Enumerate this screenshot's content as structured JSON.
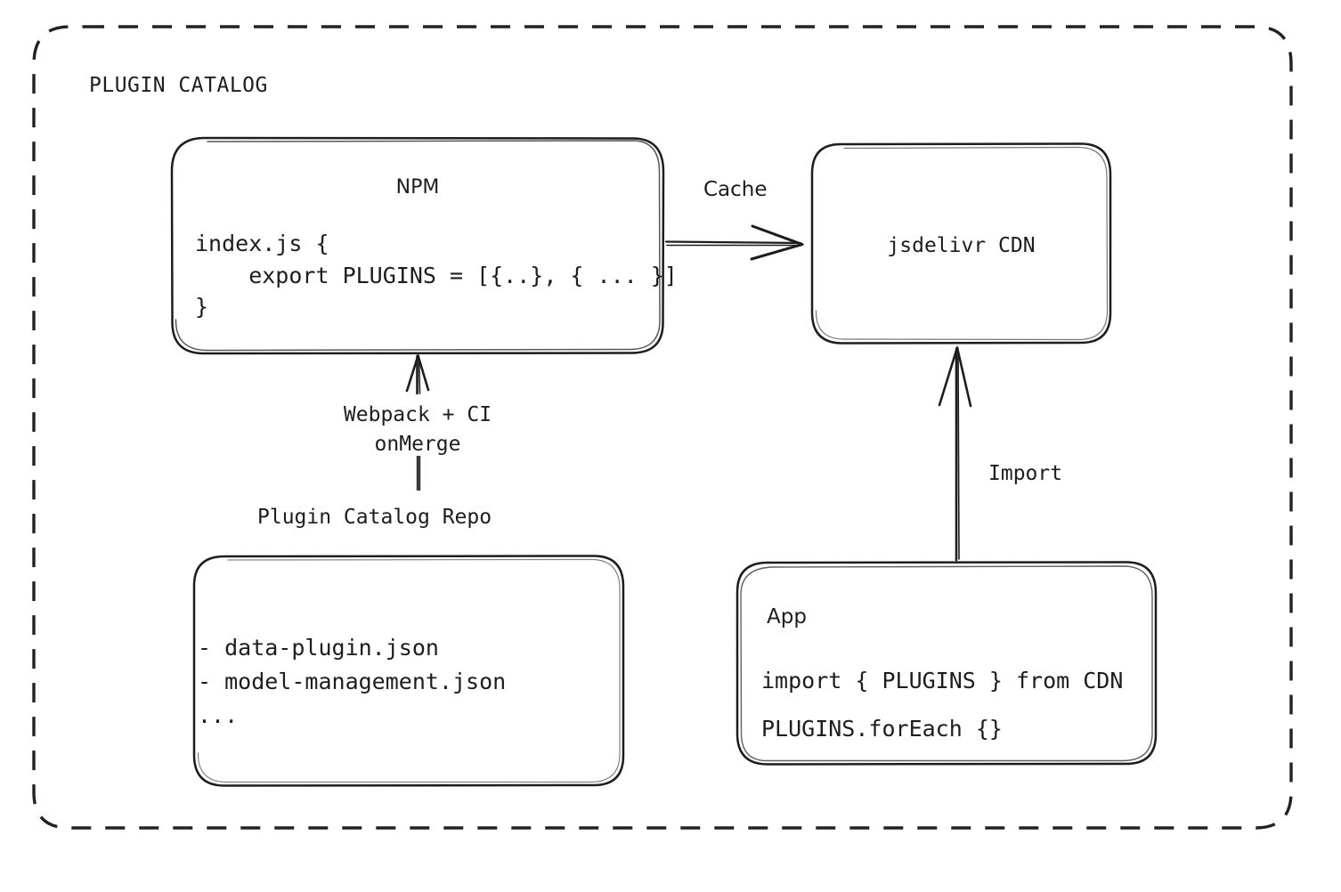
{
  "diagram": {
    "group": {
      "title": "PLUGIN CATALOG",
      "border_style": "dashed",
      "border_color": "#222222"
    },
    "stroke_color": "#1d1d1d",
    "background": "#ffffff",
    "nodes": [
      {
        "id": "npm",
        "title": "NPM",
        "code": "index.js {\n    export PLUGINS = [{..}, { ... }]\n}"
      },
      {
        "id": "cdn",
        "title": "jsdelivr CDN"
      },
      {
        "id": "repo",
        "caption": "Plugin Catalog Repo",
        "items": "- data-plugin.json\n- model-management.json\n..."
      },
      {
        "id": "app",
        "title": "App",
        "code_line_1": "import { PLUGINS } from CDN",
        "code_line_2": "PLUGINS.forEach {}"
      }
    ],
    "edges": [
      {
        "id": "npm-to-cdn",
        "label": "Cache",
        "from": "npm",
        "to": "cdn",
        "direction": "right"
      },
      {
        "id": "repo-to-npm",
        "label": "Webpack + CI\nonMerge",
        "from": "repo",
        "to": "npm",
        "direction": "up"
      },
      {
        "id": "app-to-cdn",
        "label": "Import",
        "from": "app",
        "to": "cdn",
        "direction": "up"
      }
    ]
  }
}
